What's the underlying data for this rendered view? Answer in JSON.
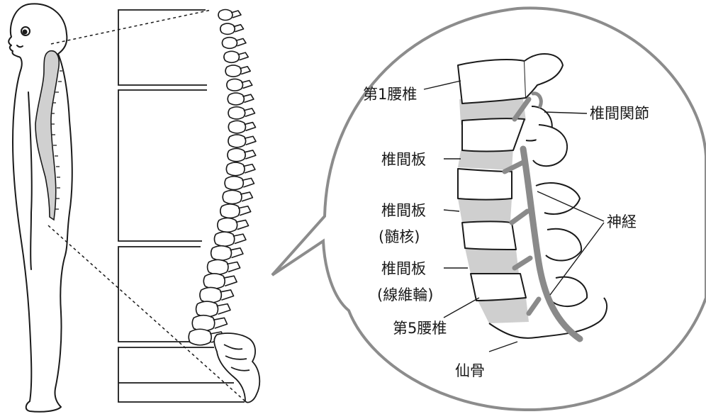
{
  "labels": {
    "l1_vertebra": "第1腰椎",
    "facet_joint": "椎間関節",
    "disc": "椎間板",
    "disc_nucleus_1": "椎間板",
    "disc_nucleus_2": "(髄核)",
    "disc_annulus_1": "椎間板",
    "disc_annulus_2": "(線維輪)",
    "nerve": "神経",
    "l5_vertebra": "第5腰椎",
    "sacrum": "仙骨"
  },
  "colors": {
    "outline": "#1a1a1a",
    "spine_fill": "#d0d0d0",
    "disc_fill": "#cfcfcf",
    "nerve": "#8a8a8a",
    "zoom_circle": "#8c8c8c"
  }
}
